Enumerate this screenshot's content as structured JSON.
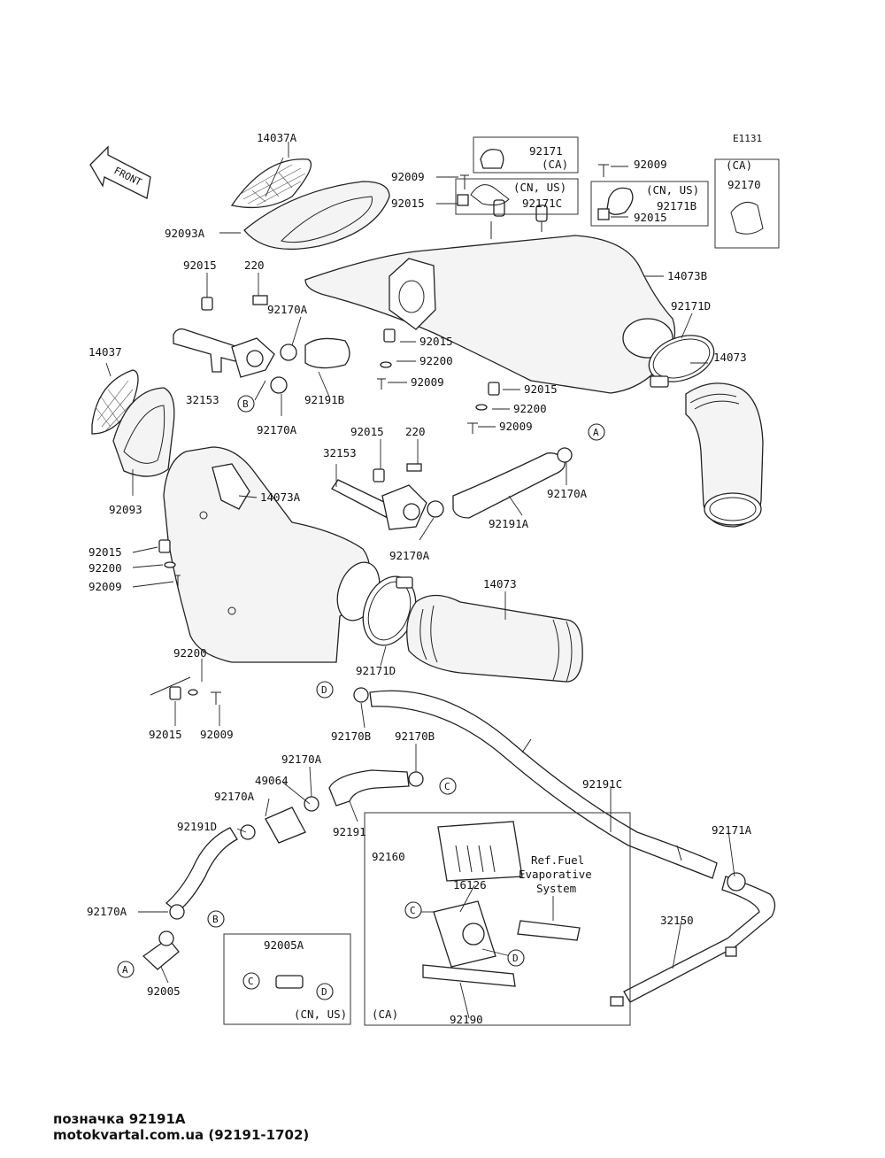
{
  "diagram_code": "E1131",
  "front_label": "FRONT",
  "labels": {
    "p14037A": "14037A",
    "p92171_ca": "92171",
    "ca_1": "(CA)",
    "p92009_a": "92009",
    "cnus_1": "(CN, US)",
    "p92171C": "92171C",
    "p92009_b": "92009",
    "cnus_2": "(CN, US)",
    "p92171B": "92171B",
    "ca_2": "(CA)",
    "p92170_box": "92170",
    "p92093A": "92093A",
    "p92015_a": "92015",
    "p92015_b": "92015",
    "p14073B": "14073B",
    "p92015_c": "92015",
    "p220_a": "220",
    "p92170A_a": "92170A",
    "p92171D_a": "92171D",
    "p14037": "14037",
    "p92015_d": "92015",
    "p92200_a": "92200",
    "p14073_a": "14073",
    "p92009_c": "92009",
    "p32153_a": "32153",
    "p92191B": "92191B",
    "p92170A_b": "92170A",
    "p92015_e": "92015",
    "p92200_b": "92200",
    "p92009_d": "92009",
    "p92015_f": "92015",
    "p220_b": "220",
    "p32153_b": "32153",
    "p92093": "92093",
    "p14073A": "14073A",
    "p92170A_c": "92170A",
    "p92191A": "92191A",
    "p92170A_d": "92170A",
    "p92015_g": "92015",
    "p92200_c": "92200",
    "p92009_e": "92009",
    "p14073_b": "14073",
    "p92171D_b": "92171D",
    "p92200_d": "92200",
    "p92015_h": "92015",
    "p92009_f": "92009",
    "p92170B_a": "92170B",
    "p92170B_b": "92170B",
    "p92170A_e": "92170A",
    "p49064": "49064",
    "p92170A_f": "92170A",
    "p92191": "92191",
    "p92191C": "92191C",
    "p92191D": "92191D",
    "p92160": "92160",
    "p16126": "16126",
    "ref_fuel_1": "Ref.Fuel",
    "ref_fuel_2": "Evaporative",
    "ref_fuel_3": "System",
    "p92171A": "92171A",
    "p32150": "32150",
    "p92170A_g": "92170A",
    "p92005A": "92005A",
    "p92005": "92005",
    "cnus_3": "(CN, US)",
    "ca_3": "(CA)",
    "p92190": "92190"
  },
  "callouts": {
    "A1": "A",
    "A2": "A",
    "B1": "B",
    "B2": "B",
    "C1": "C",
    "C2": "C",
    "C3": "C",
    "D1": "D",
    "D2": "D",
    "D3": "D"
  },
  "footer": {
    "caption": "позначка 92191A",
    "source": "motokvartal.com.ua (92191-1702)"
  }
}
